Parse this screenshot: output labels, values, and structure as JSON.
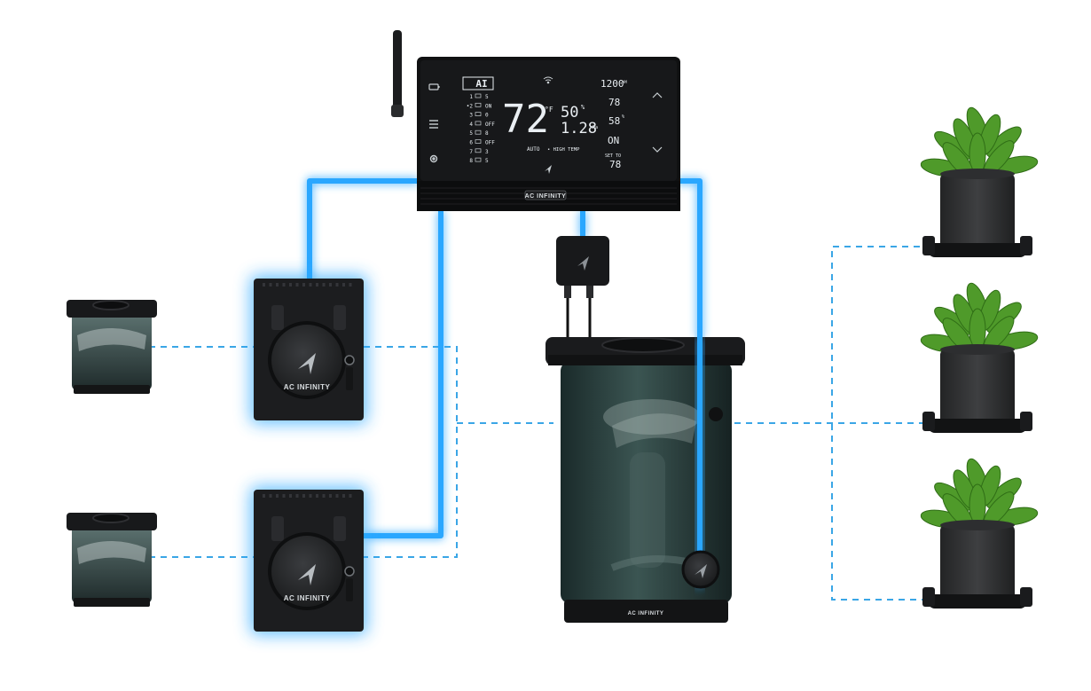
{
  "controller": {
    "mode": "AI",
    "temperature": "72",
    "temperature_unit": "°F",
    "humidity": "50",
    "humidity_unit": "%",
    "vpd": "1.28",
    "vpd_unit": "kPa",
    "mode_label": "AUTO",
    "alert_label": "• HIGH TEMP",
    "right_top": "1200",
    "right_top_unit": "AM",
    "right_temp": "78",
    "right_hum": "58",
    "right_hum_unit": "%",
    "right_state": "ON",
    "set_to_label": "SET TO",
    "set_to_value": "78",
    "brand": "AC INFINITY",
    "ports": [
      {
        "num": "1",
        "value": "5"
      },
      {
        "num": "•2",
        "value": "ON"
      },
      {
        "num": "3",
        "value": "0"
      },
      {
        "num": "4",
        "value": "OFF"
      },
      {
        "num": "5",
        "value": "8"
      },
      {
        "num": "6",
        "value": "OFF"
      },
      {
        "num": "7",
        "value": "3"
      },
      {
        "num": "8",
        "value": "5"
      }
    ]
  },
  "pumps": [
    {
      "brand": "AC INFINITY"
    },
    {
      "brand": "AC INFINITY"
    }
  ],
  "reservoir": {
    "brand": "AC INFINITY"
  },
  "colors": {
    "cable_glow": "#29a7ff",
    "dashed_line": "#3aa6e6",
    "device_dark": "#1c1d1f",
    "leaf_green": "#4f9a2a"
  },
  "icons": [
    "wifi-icon",
    "brand-logo-icon",
    "up-arrow-icon",
    "down-arrow-icon",
    "menu-icon",
    "gear-icon",
    "battery-icon"
  ]
}
